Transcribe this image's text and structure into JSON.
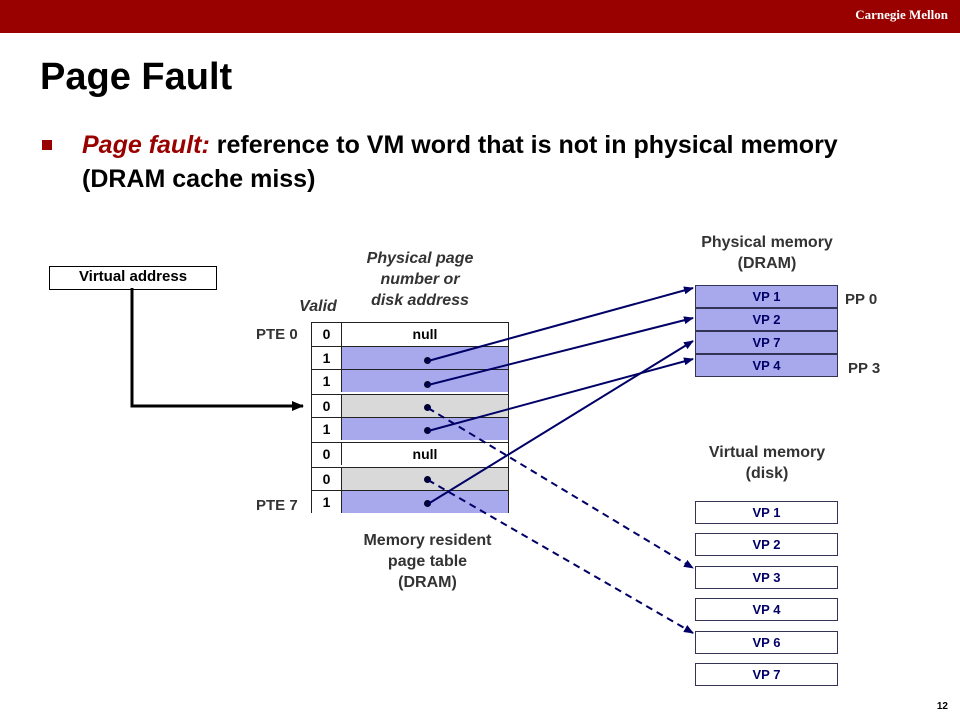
{
  "header": {
    "brand": "Carnegie Mellon"
  },
  "slide": {
    "title": "Page Fault",
    "bullet_term": "Page fault:",
    "bullet_text": " reference to VM word that is not in physical memory (DRAM cache miss)",
    "page_number": "12"
  },
  "diagram": {
    "virtual_address_label": "Virtual address",
    "valid_header": "Valid",
    "ppn_header_line1": "Physical page",
    "ppn_header_line2": "number or",
    "ppn_header_line3": "disk address",
    "pte_first_label": "PTE 0",
    "pte_last_label": "PTE 7",
    "page_table_caption_line1": "Memory resident",
    "page_table_caption_line2": "page table",
    "page_table_caption_line3": "(DRAM)",
    "page_table_rows": [
      {
        "valid": "0",
        "addr": "null"
      },
      {
        "valid": "1",
        "addr": ""
      },
      {
        "valid": "1",
        "addr": ""
      },
      {
        "valid": "0",
        "addr": ""
      },
      {
        "valid": "1",
        "addr": ""
      },
      {
        "valid": "0",
        "addr": "null"
      },
      {
        "valid": "0",
        "addr": ""
      },
      {
        "valid": "1",
        "addr": ""
      }
    ],
    "physical_memory_title_line1": "Physical memory",
    "physical_memory_title_line2": "(DRAM)",
    "physical_pages": [
      "VP 1",
      "VP 2",
      "VP 7",
      "VP 4"
    ],
    "pp_first_label": "PP 0",
    "pp_last_label": "PP 3",
    "virtual_memory_title_line1": "Virtual memory",
    "virtual_memory_title_line2": "(disk)",
    "virtual_pages": [
      "VP 1",
      "VP 2",
      "VP 3",
      "VP 4",
      "VP 6",
      "VP 7"
    ]
  },
  "colors": {
    "brand_bar": "#990000",
    "resident_cell": "#a8a8ec",
    "nonresident_cell": "#d9d9d9",
    "arrow": "#000066"
  }
}
